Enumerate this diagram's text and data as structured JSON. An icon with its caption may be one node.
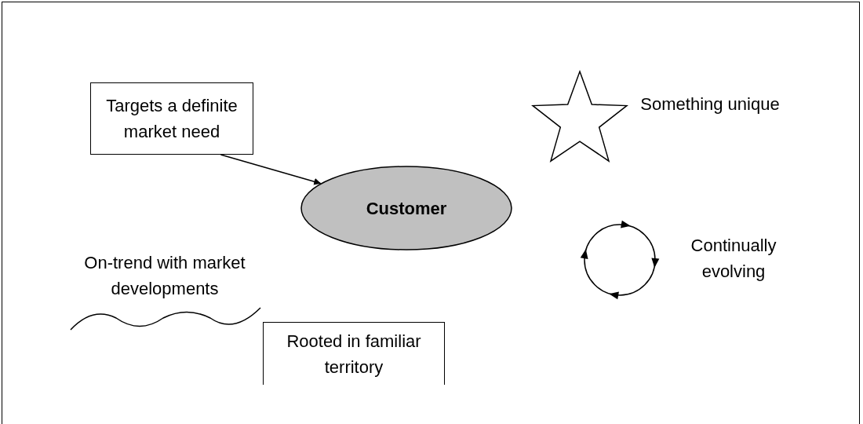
{
  "diagram": {
    "nodes": [
      {
        "text": [
          "Targets a definite market need"
        ]
      },
      {
        "text": [
          "Customer"
        ]
      },
      {
        "text": [],
        "shape": "star",
        "beside": [
          "Something unique"
        ]
      },
      {
        "text": [],
        "shape": "cycle",
        "beside": [
          "Continually evolving"
        ]
      },
      {
        "text": [],
        "shape": "wave",
        "beside": [
          "On-trend with market developments"
        ]
      },
      {
        "text": [
          "Rooted in familiar territory"
        ]
      }
    ],
    "edges": [
      {
        "from": 0,
        "to": 1,
        "arrow": "to"
      }
    ]
  }
}
